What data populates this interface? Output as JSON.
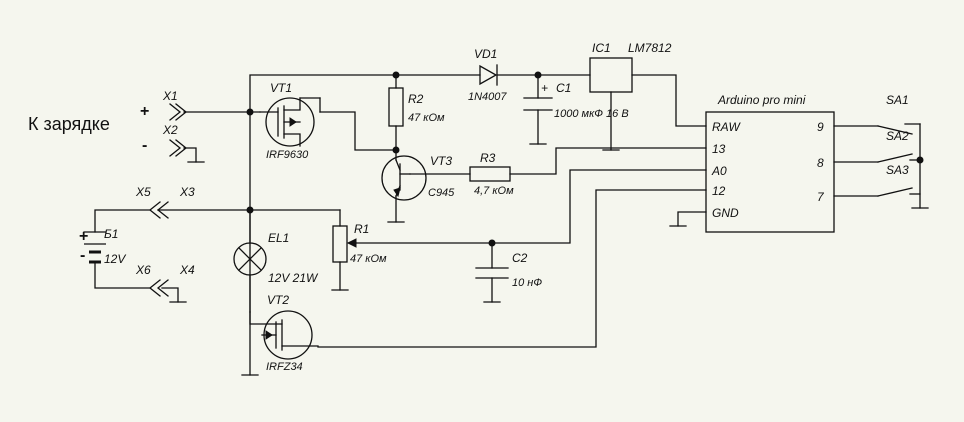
{
  "diagram": {
    "caption": "К зарядке",
    "colors": {
      "background": "#f5f6ee",
      "ink": "#111111"
    },
    "signs": {
      "plus": "+",
      "minus": "-"
    },
    "battery_signs": {
      "plus": "+",
      "minus": "-"
    },
    "connectors": {
      "x1": "X1",
      "x2": "X2",
      "x3": "X3",
      "x4": "X4",
      "x5": "X5",
      "x6": "X6"
    },
    "battery": {
      "name": "Б1",
      "value": "12V"
    },
    "vt1": {
      "name": "VT1",
      "part": "IRF9630"
    },
    "vt2": {
      "name": "VT2",
      "part": "IRFZ34"
    },
    "vt3": {
      "name": "VT3",
      "part": "C945"
    },
    "vd1": {
      "name": "VD1",
      "part": "1N4007"
    },
    "r1": {
      "name": "R1",
      "value": "47 кОм"
    },
    "r2": {
      "name": "R2",
      "value": "47 кОм"
    },
    "r3": {
      "name": "R3",
      "value": "4,7 кОм"
    },
    "c1": {
      "name": "C1",
      "value": "1000 мкФ 16 В",
      "polarity": "+"
    },
    "c2": {
      "name": "C2",
      "value": "10 нФ"
    },
    "el1": {
      "name": "EL1",
      "value": "12V 21W"
    },
    "ic1": {
      "name": "IC1",
      "part": "LM7812"
    },
    "arduino": {
      "title": "Arduino pro mini",
      "pins_left": [
        "RAW",
        "13",
        "A0",
        "12",
        "GND"
      ],
      "pins_right": [
        "9",
        "8",
        "7"
      ]
    },
    "switches": {
      "sa1": "SA1",
      "sa2": "SA2",
      "sa3": "SA3"
    }
  }
}
